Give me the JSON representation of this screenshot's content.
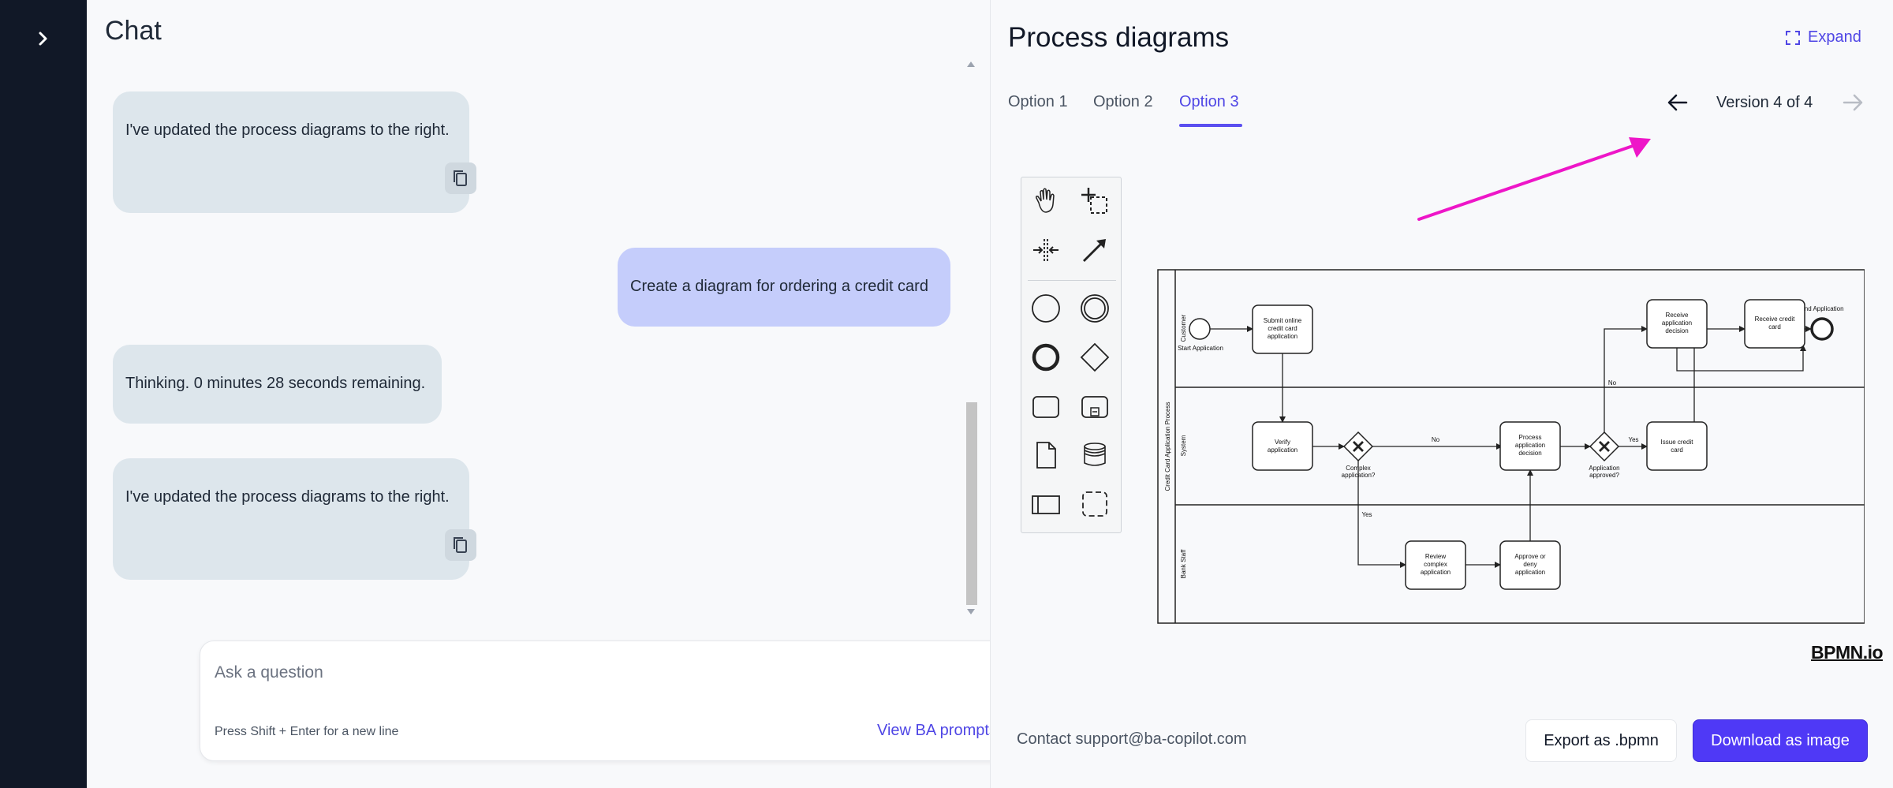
{
  "sidebar": {
    "toggle_icon": "chevron-right-icon"
  },
  "chat": {
    "title": "Chat",
    "messages": [
      {
        "role": "assistant",
        "text": "I've updated the process diagrams to the right."
      },
      {
        "role": "user",
        "text": "Create a diagram for ordering a credit card"
      },
      {
        "role": "assistant",
        "text": "Thinking. 0 minutes 28 seconds remaining."
      },
      {
        "role": "assistant",
        "text": "I've updated the process diagrams to the right."
      }
    ],
    "input": {
      "value": "",
      "placeholder": "Ask a question"
    },
    "hint": "Press Shift + Enter for a new line",
    "prompts_label": "View BA prompts"
  },
  "panel": {
    "title": "Process diagrams",
    "expand_label": "Expand",
    "tabs": [
      {
        "label": "Option 1",
        "active": false
      },
      {
        "label": "Option 2",
        "active": false
      },
      {
        "label": "Option 3",
        "active": true
      }
    ],
    "version": {
      "text": "Version 4 of 4",
      "current": 4,
      "total": 4
    },
    "palette_tools": [
      "hand-tool-icon",
      "lasso-tool-icon",
      "space-tool-icon",
      "connect-tool-icon",
      "start-event-icon",
      "intermediate-event-icon",
      "end-event-icon",
      "gateway-icon",
      "task-icon",
      "subprocess-icon",
      "data-object-icon",
      "data-store-icon",
      "participant-icon",
      "group-icon"
    ],
    "footer": {
      "support": "Contact support@ba-copilot.com",
      "export_label": "Export as .bpmn",
      "download_label": "Download as image"
    },
    "logo": "BPMN.io"
  },
  "diagram": {
    "pool": "Credit Card Application Process",
    "lanes": [
      "Customer",
      "System",
      "Bank Staff"
    ],
    "events": {
      "start": "Start Application",
      "end": "End Application"
    },
    "tasks": {
      "submit": [
        "Submit online",
        "credit card",
        "application"
      ],
      "verify": [
        "Verify",
        "application"
      ],
      "process": [
        "Process",
        "application",
        "decision"
      ],
      "receive_decision": [
        "Receive",
        "application",
        "decision"
      ],
      "receive_card": [
        "Receive credit",
        "card"
      ],
      "issue": [
        "Issue credit",
        "card"
      ],
      "review": [
        "Review",
        "complex",
        "application"
      ],
      "approve": [
        "Approve or",
        "deny",
        "application"
      ]
    },
    "gateways": {
      "complex": [
        "Complex",
        "application?"
      ],
      "approved": [
        "Application",
        "approved?"
      ]
    },
    "flows": {
      "no1": "No",
      "yes1": "Yes",
      "yes2": "Yes",
      "no2": "No"
    }
  },
  "colors": {
    "accent": "#4f46e5",
    "sidebar": "#111827",
    "annotation": "#ee16c8"
  }
}
